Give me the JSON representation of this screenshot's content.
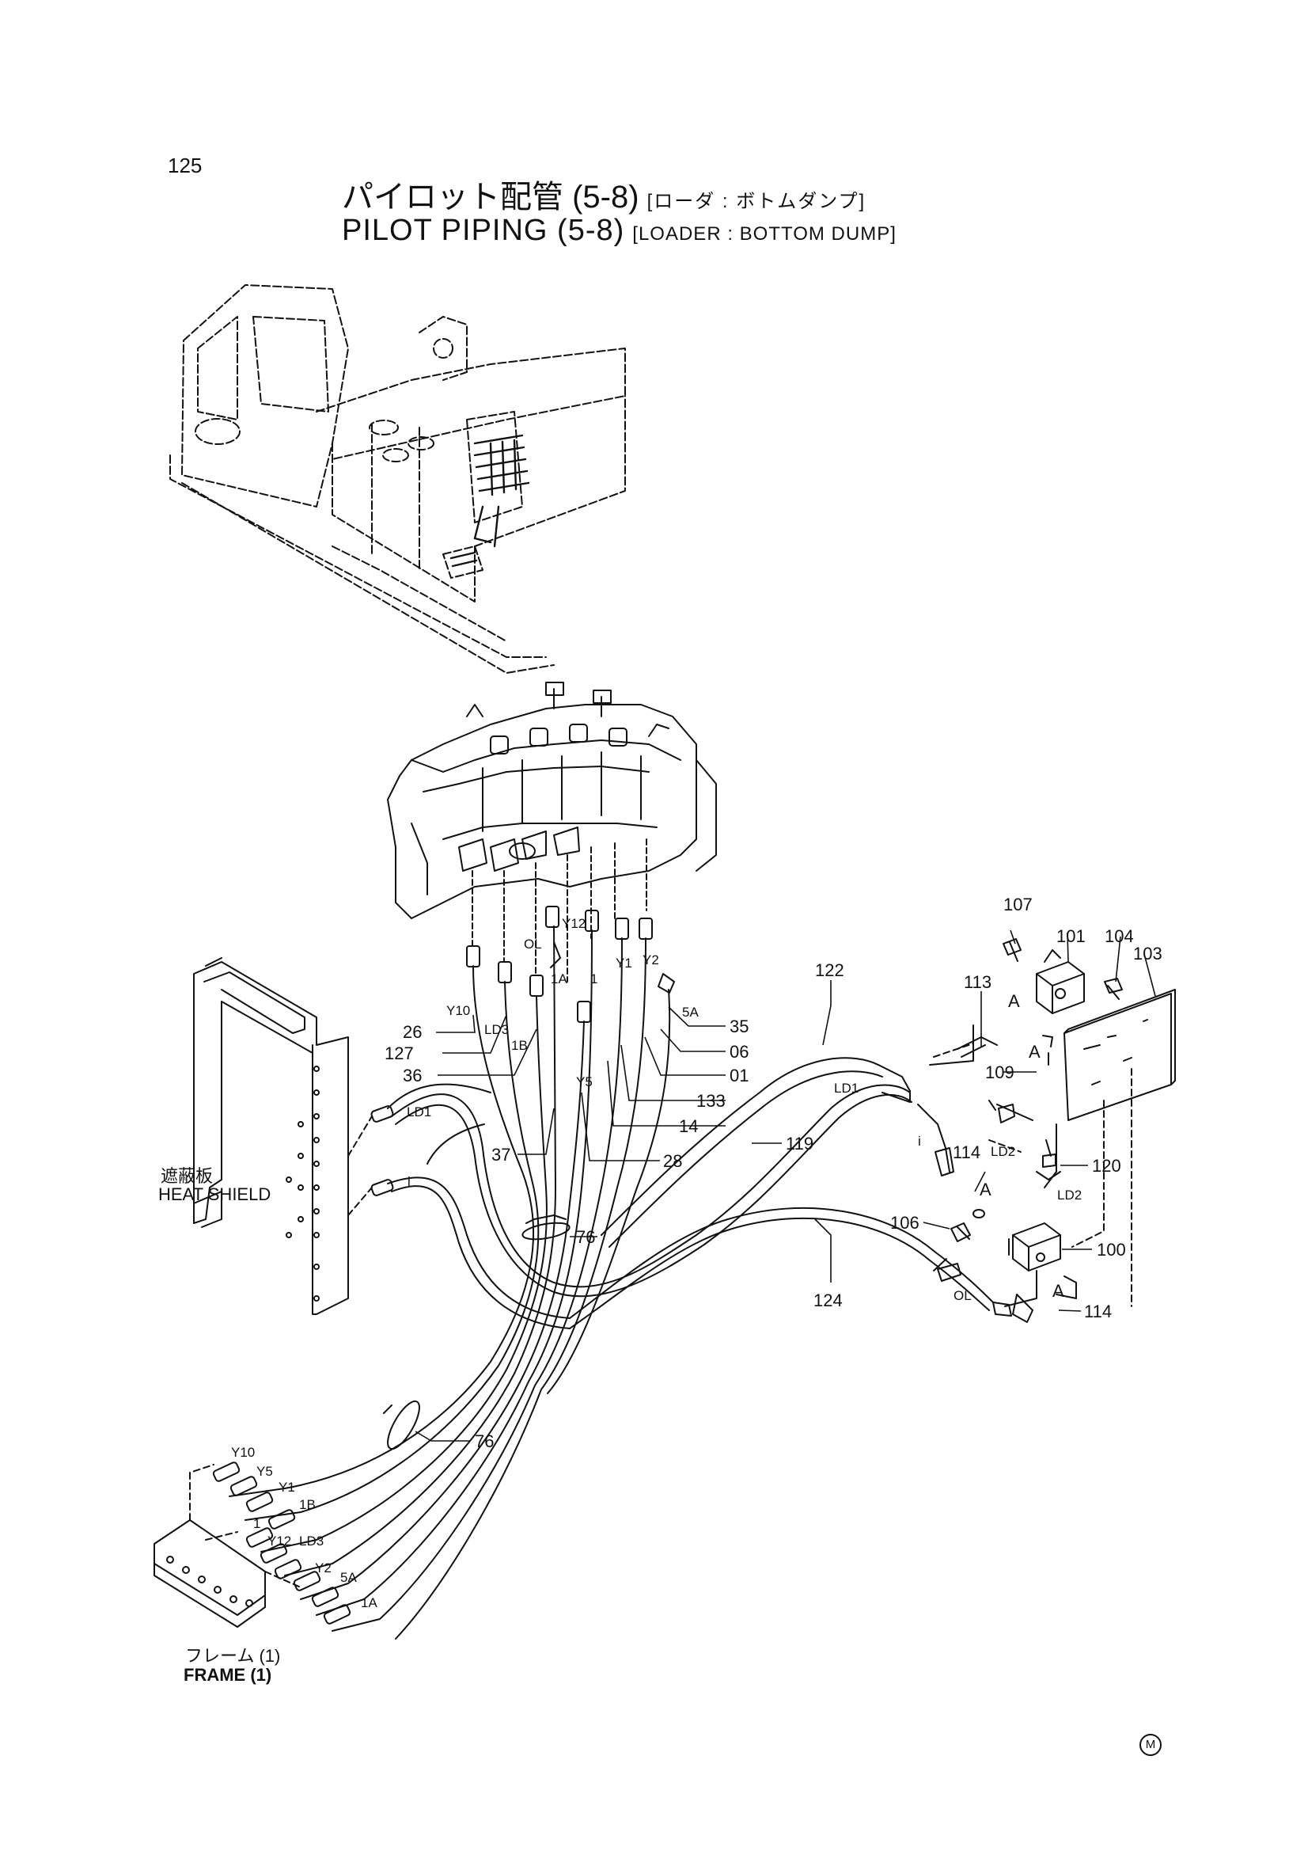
{
  "page_number": "125",
  "title": {
    "jp": "パイロット配管 (5-8)",
    "jp_sub": "[ローダ : ボトムダンプ]",
    "en": "PILOT PIPING (5-8)",
    "en_sub": "[LOADER : BOTTOM DUMP]"
  },
  "heat_shield": {
    "jp": "遮蔽板",
    "en": "HEAT SHIELD"
  },
  "frame": {
    "jp": "フレーム (1)",
    "en": "FRAME (1)"
  },
  "mark": "M",
  "part_callouts": [
    "26",
    "127",
    "36",
    "37",
    "76",
    "76",
    "35",
    "06",
    "01",
    "133",
    "14",
    "28",
    "122",
    "119",
    "124",
    "107",
    "101",
    "104",
    "103",
    "113",
    "109",
    "120",
    "114",
    "106",
    "100",
    "114"
  ],
  "port_tags": {
    "valve": [
      "Y10",
      "LD3",
      "1B",
      "Y5",
      "Y12",
      "OL",
      "1A",
      "1",
      "Y1",
      "Y2",
      "5A"
    ],
    "hoses": [
      "LD1",
      "i",
      "LD1",
      "i",
      "LD2",
      "LD2",
      "OL",
      "A",
      "A",
      "A",
      "A"
    ],
    "bundle_ends": [
      "Y10",
      "Y5",
      "Y1",
      "1B",
      "1",
      "Y12",
      "LD3",
      "Y2",
      "5A",
      "1A"
    ]
  }
}
